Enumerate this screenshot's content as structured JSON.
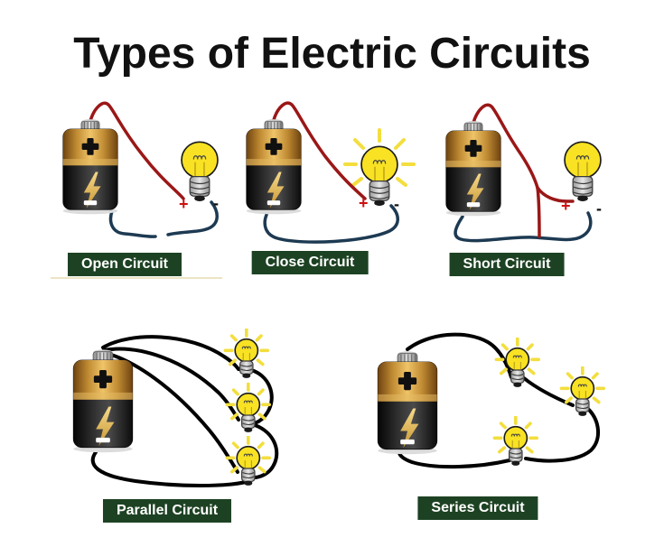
{
  "title": "Types of Electric Circuits",
  "circuits": [
    {
      "name": "open",
      "label": "Open Circuit",
      "bulb_count": 1,
      "bulbs_lit": false,
      "plus": "+",
      "minus": "-"
    },
    {
      "name": "close",
      "label": "Close Circuit",
      "bulb_count": 1,
      "bulbs_lit": true,
      "plus": "+",
      "minus": "-"
    },
    {
      "name": "short",
      "label": "Short Circuit",
      "bulb_count": 1,
      "bulbs_lit": false,
      "plus": "+",
      "minus": "-"
    },
    {
      "name": "parallel",
      "label": "Parallel Circuit",
      "bulb_count": 3,
      "bulbs_lit": true
    },
    {
      "name": "series",
      "label": "Series Circuit",
      "bulb_count": 3,
      "bulbs_lit": true
    }
  ],
  "colors": {
    "title_color": "#111111",
    "page_bg": "#ffffff",
    "label_bg": "#1d4223",
    "label_text": "#ffffff",
    "wire_red": "#9b1717",
    "wire_blue": "#1d3a52",
    "wire_black": "#000000",
    "bulb_yellow": "#f8e223",
    "ray_yellow": "#f3de3e",
    "plus_red": "#cc1111",
    "minus_black": "#111111"
  }
}
